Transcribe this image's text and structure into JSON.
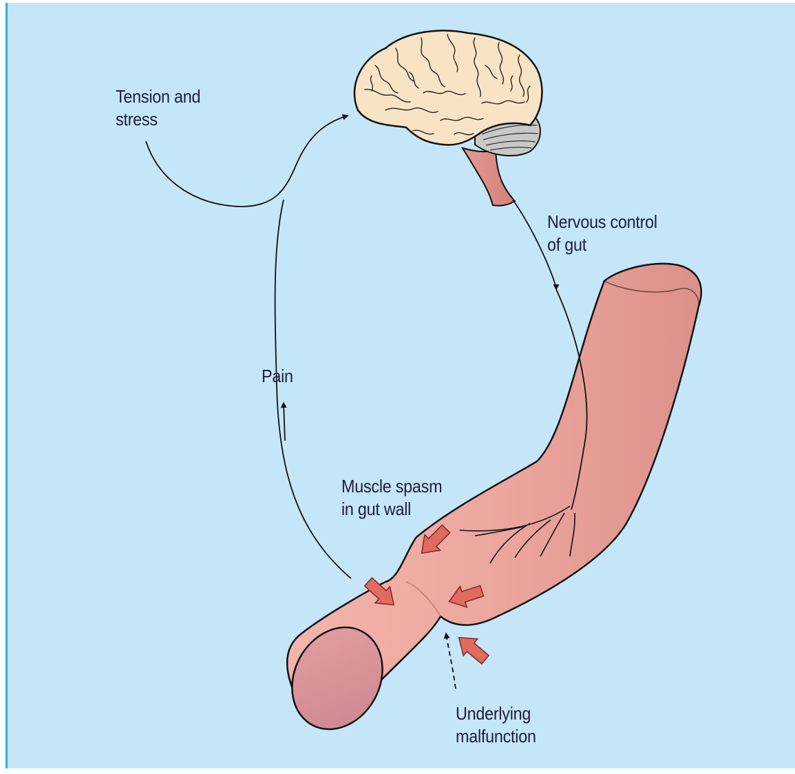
{
  "labels": {
    "tension": "Tension and\nstress",
    "nervous": "Nervous control\nof gut",
    "pain": "Pain",
    "spasm": "Muscle spasm\nin gut wall",
    "malfunction": "Underlying\nmalfunction"
  },
  "colors": {
    "background": "#c5e6f8",
    "frame_border": "#3fa7dd",
    "brain_fill": "#f7e2c2",
    "gut_fill": "#ecaaa2",
    "arrow_red": "#e06b5e",
    "line": "#111111",
    "text": "#1c1f3a"
  }
}
